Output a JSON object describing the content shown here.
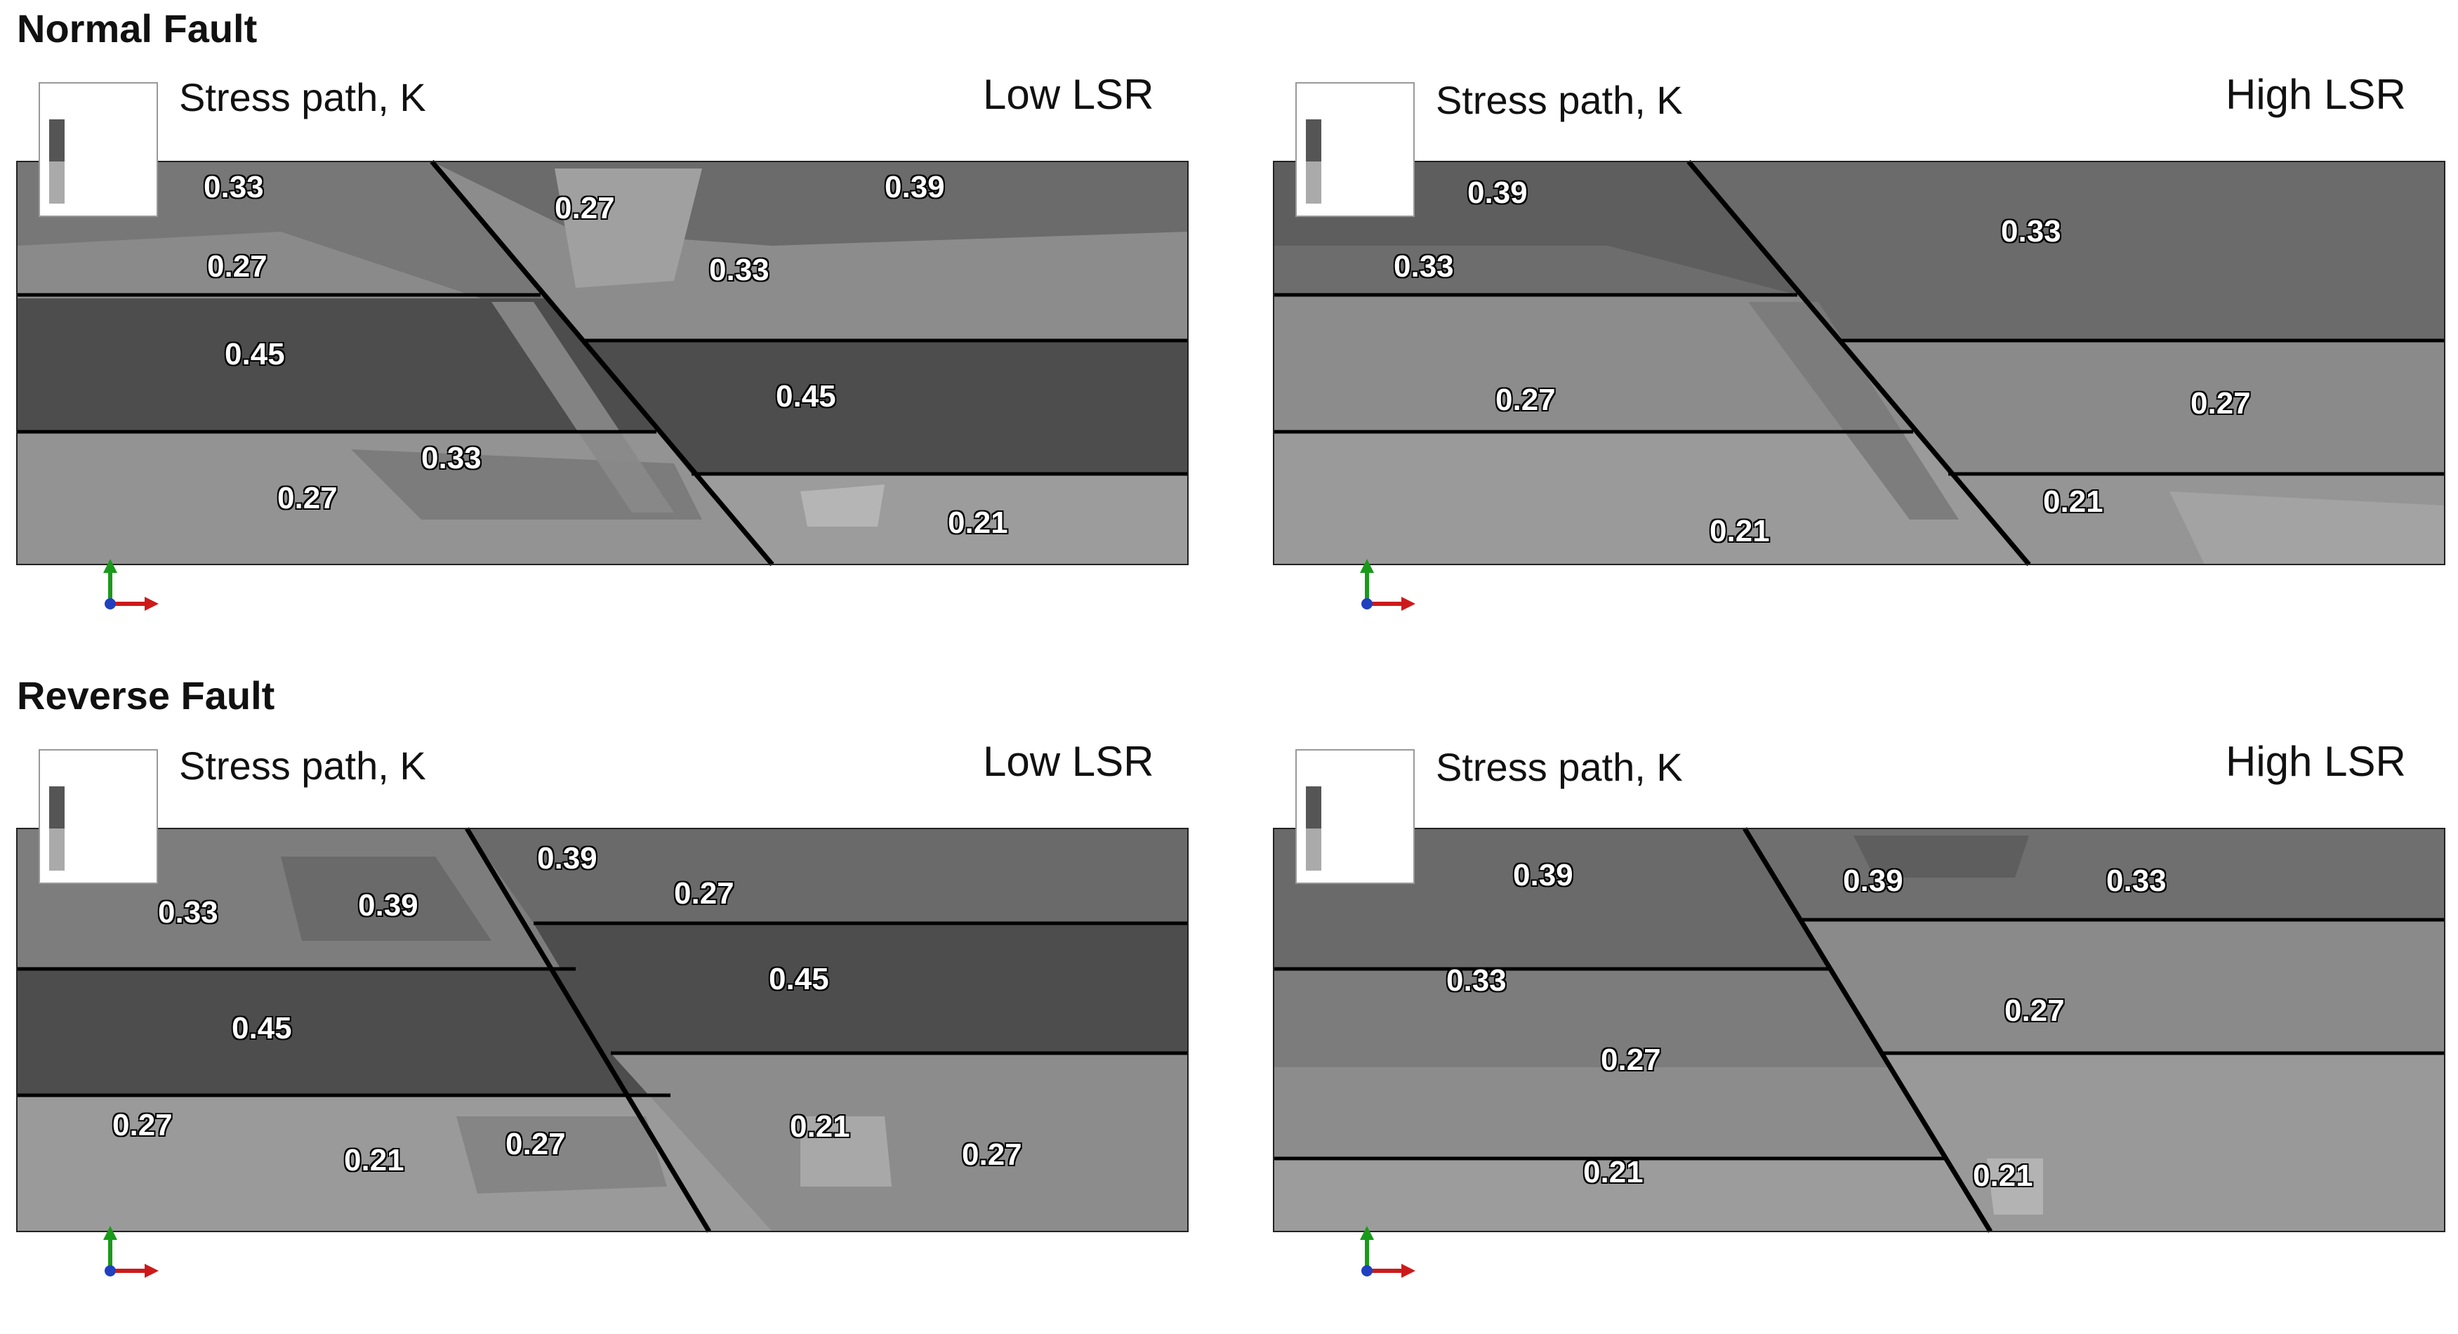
{
  "sections": [
    {
      "title": "Normal Fault",
      "panels": [
        {
          "title": "Stress path, K",
          "condition": "Low LSR",
          "labels": [
            "0.33",
            "0.27",
            "0.39",
            "0.27",
            "0.33",
            "0.45",
            "0.45",
            "0.33",
            "0.27",
            "0.21"
          ]
        },
        {
          "title": "Stress path, K",
          "condition": "High LSR",
          "labels": [
            "0.39",
            "0.33",
            "0.33",
            "0.27",
            "0.27",
            "0.21",
            "0.21"
          ]
        }
      ]
    },
    {
      "title": "Reverse Fault",
      "panels": [
        {
          "title": "Stress path, K",
          "condition": "Low LSR",
          "labels": [
            "0.33",
            "0.39",
            "0.39",
            "0.27",
            "0.45",
            "0.45",
            "0.27",
            "0.21",
            "0.27",
            "0.21",
            "0.27"
          ]
        },
        {
          "title": "Stress path, K",
          "condition": "High LSR",
          "labels": [
            "0.39",
            "0.39",
            "0.33",
            "0.33",
            "0.27",
            "0.27",
            "0.21",
            "0.21"
          ]
        }
      ]
    }
  ],
  "colors": {
    "dark": "#4a4a4a",
    "mid": "#6e6e6e",
    "light": "#8e8e8e",
    "lighter": "#a6a6a6",
    "line": "#000000"
  }
}
